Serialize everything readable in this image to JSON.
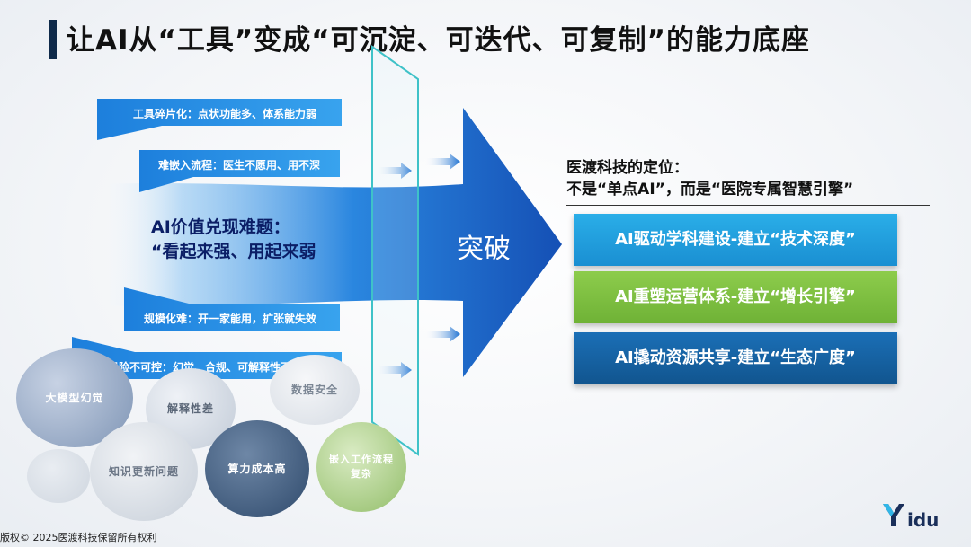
{
  "title": "让AI从“工具”变成“可沉淀、可迭代、可复制”的能力底座",
  "problems": [
    "工具碎片化：点状功能多、体系能力弱",
    "难嵌入流程：医生不愿用、用不深",
    "规模化难：开一家能用，扩张就失效",
    "风险不可控：幻觉、合规、可解释性不足"
  ],
  "center": {
    "line1": "AI价值兑现难题：",
    "line2": "“看起来强、用起来弱"
  },
  "breakthrough": "突破",
  "positioning": {
    "line1": "医渡科技的定位：",
    "line2": "不是“单点AI”，而是“医院专属智慧引擎”"
  },
  "cards": [
    {
      "label": "AI驱动学科建设-建立“技术深度”",
      "color": "#1f9ee0"
    },
    {
      "label": "AI重塑运营体系-建立“增长引擎”",
      "color": "#7ec043"
    },
    {
      "label": "AI撬动资源共享-建立“生态广度”",
      "color": "#1562a3"
    }
  ],
  "bubbles": {
    "b1": "大模型幻觉",
    "b2": "解释性差",
    "b3": "数据安全",
    "b4": "知识更新问题",
    "b5": "算力成本高",
    "b6_line1": "嵌入工作流程",
    "b6_line2": "复杂"
  },
  "logo": "Yidu",
  "copyright": "版权© 2025医渡科技保留所有权利",
  "colors": {
    "arrow_dark": "#1552b8",
    "arrow_light": "#2b8fe0",
    "panel_outline": "#3fc2c8",
    "title_bar": "#0f2a4a"
  }
}
